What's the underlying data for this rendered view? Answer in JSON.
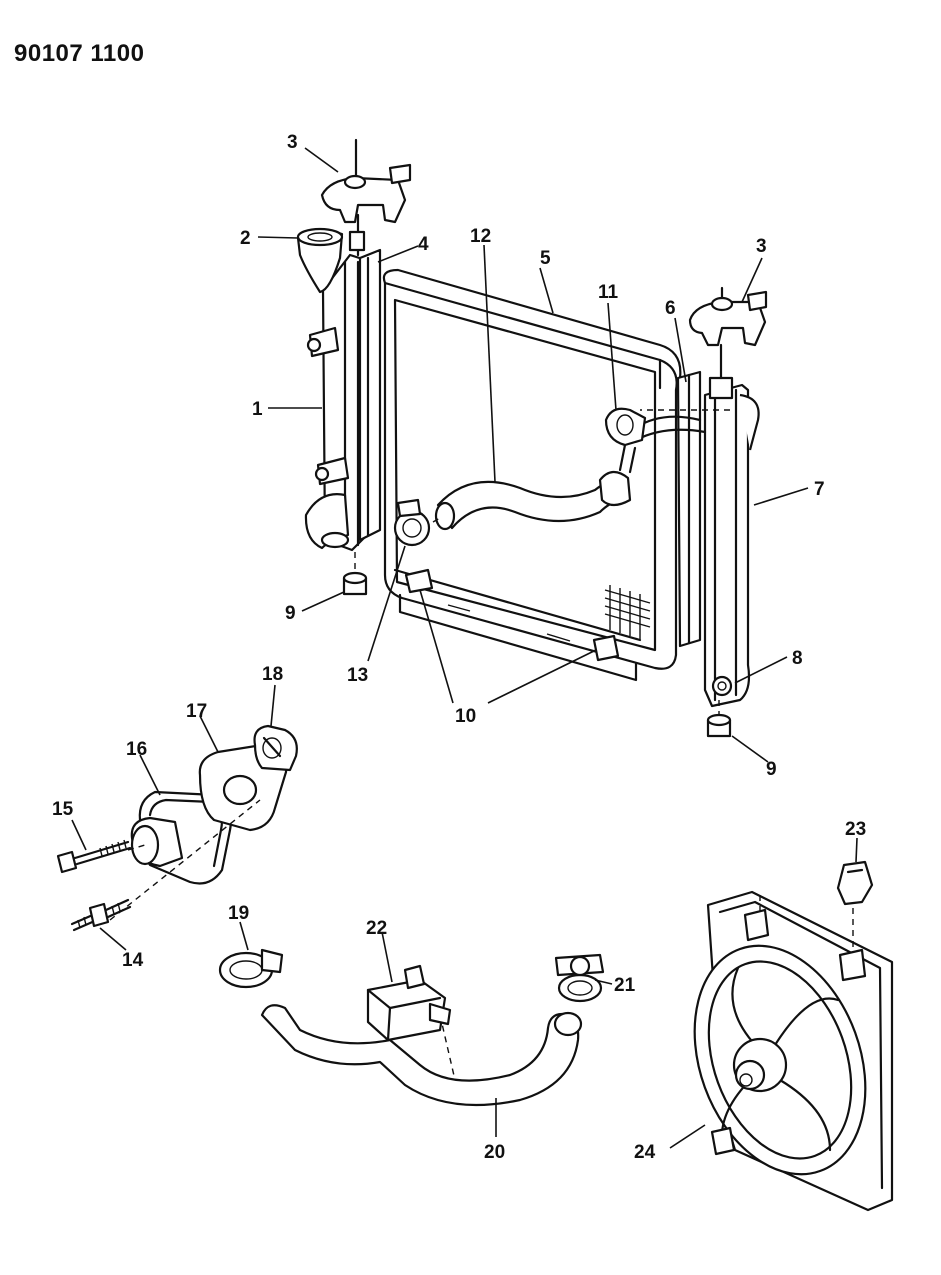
{
  "diagram_code": "90107 1100",
  "callouts": [
    "1",
    "2",
    "3",
    "3",
    "4",
    "5",
    "6",
    "7",
    "8",
    "9",
    "9",
    "10",
    "11",
    "12",
    "13",
    "14",
    "15",
    "16",
    "17",
    "18",
    "19",
    "20",
    "21",
    "22",
    "23",
    "24"
  ]
}
